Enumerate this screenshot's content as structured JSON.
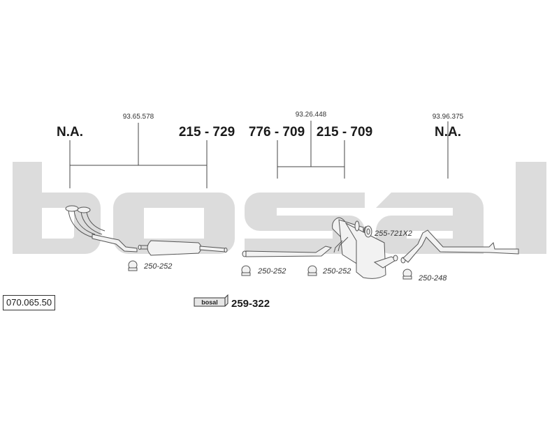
{
  "diagram": {
    "assembly_number": "070.065.50",
    "group_codes": [
      {
        "id": "g1",
        "code": "93.65.578"
      },
      {
        "id": "g2",
        "code": "93.26.448"
      },
      {
        "id": "g3",
        "code": "93.96.375"
      }
    ],
    "part_labels": [
      {
        "id": "p1",
        "text": "N.A."
      },
      {
        "id": "p2",
        "text": "215 - 729"
      },
      {
        "id": "p3",
        "text": "776 - 709"
      },
      {
        "id": "p4",
        "text": "215 - 709"
      },
      {
        "id": "p5",
        "text": "N.A."
      }
    ],
    "clamp_labels": [
      {
        "id": "c1",
        "text": "250-252"
      },
      {
        "id": "c2",
        "text": "250-252"
      },
      {
        "id": "c3",
        "text": "250-252"
      },
      {
        "id": "c4",
        "text": "255-721X2"
      },
      {
        "id": "c5",
        "text": "250-248"
      }
    ],
    "mounting_kit": {
      "logo": "bosal",
      "number": "259-322"
    },
    "watermark": "bosal"
  }
}
